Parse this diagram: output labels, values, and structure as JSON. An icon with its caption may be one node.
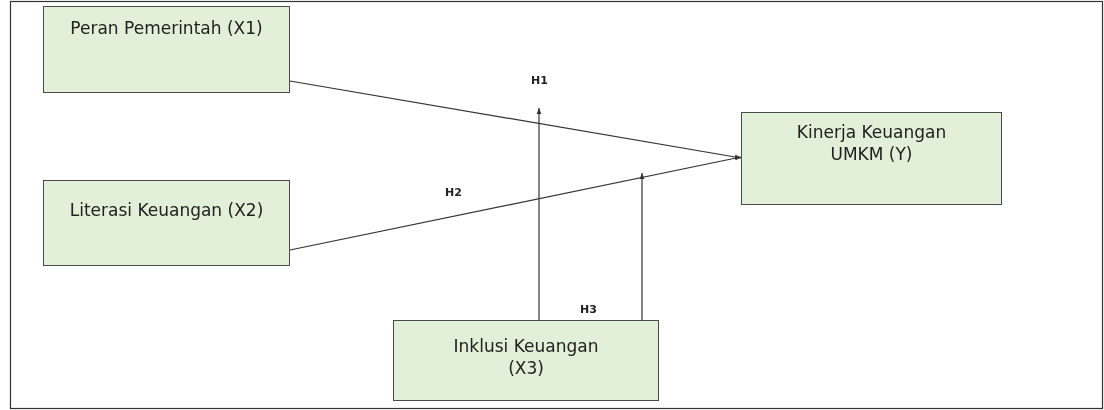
{
  "diagram": {
    "nodes": [
      {
        "text": [
          "Peran Pemerintah (X1)"
        ]
      },
      {
        "text": [
          "Literasi Keuangan (X2)"
        ]
      },
      {
        "text": [
          "Inklusi Keuangan (X3)"
        ]
      },
      {
        "text": [
          "Kinerja Keuangan UMKM (Y)"
        ]
      }
    ],
    "edges": [
      {
        "from": 0,
        "to": 3,
        "arrow": "to"
      },
      {
        "from": 1,
        "to": 3,
        "arrow": "to"
      },
      {
        "from": 2,
        "to": null,
        "arrow": "to"
      },
      {
        "from": 2,
        "to": null,
        "arrow": "to"
      }
    ],
    "labels": [
      "H1",
      "H2",
      "H3"
    ]
  }
}
